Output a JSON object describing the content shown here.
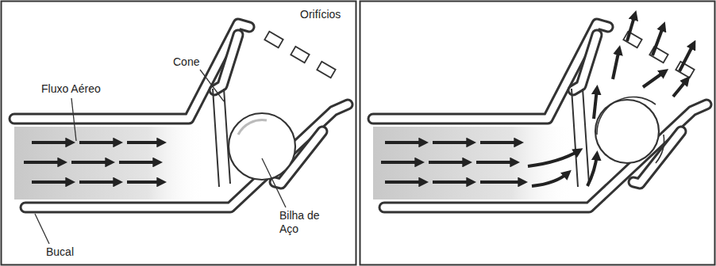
{
  "diagram": {
    "labels": [
      "Orifícios",
      "Cone",
      "Fluxo Aéreo",
      "Bucal",
      "Bilha de Aço"
    ]
  }
}
